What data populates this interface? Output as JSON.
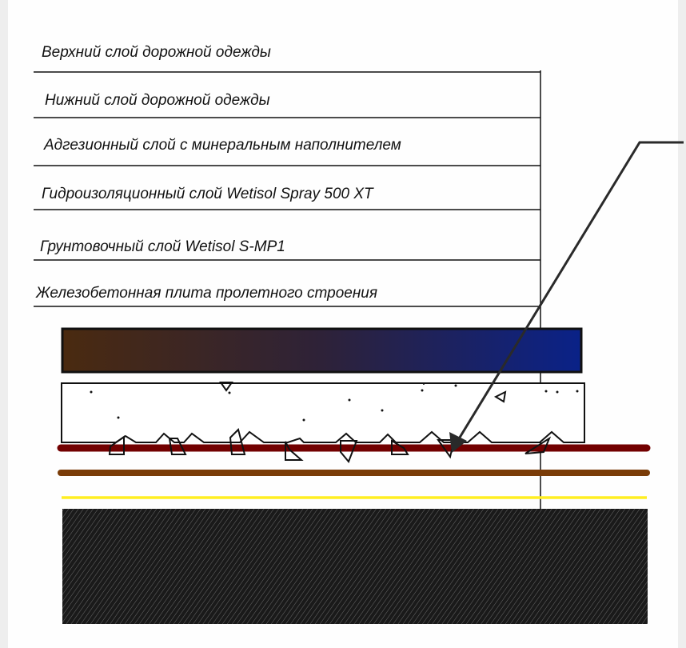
{
  "labels": [
    "Верхний слой дорожной одежды",
    "Нижний слой дорожной одежды",
    "Адгезионный слой с минеральным наполнителем",
    "Гидроизоляционный слой Wetisol Spray 500 XT",
    "Грунтовочный слой Wetisol S-MP1",
    "Железобетонная плита пролетного строения"
  ],
  "colors": {
    "top_layer_start": "#4a2a10",
    "top_layer_end": "#0a2288",
    "adhesive": "#720000",
    "waterproofing": "#7a3c08",
    "primer": "#ffee22",
    "slab": "#1e1e1e"
  }
}
